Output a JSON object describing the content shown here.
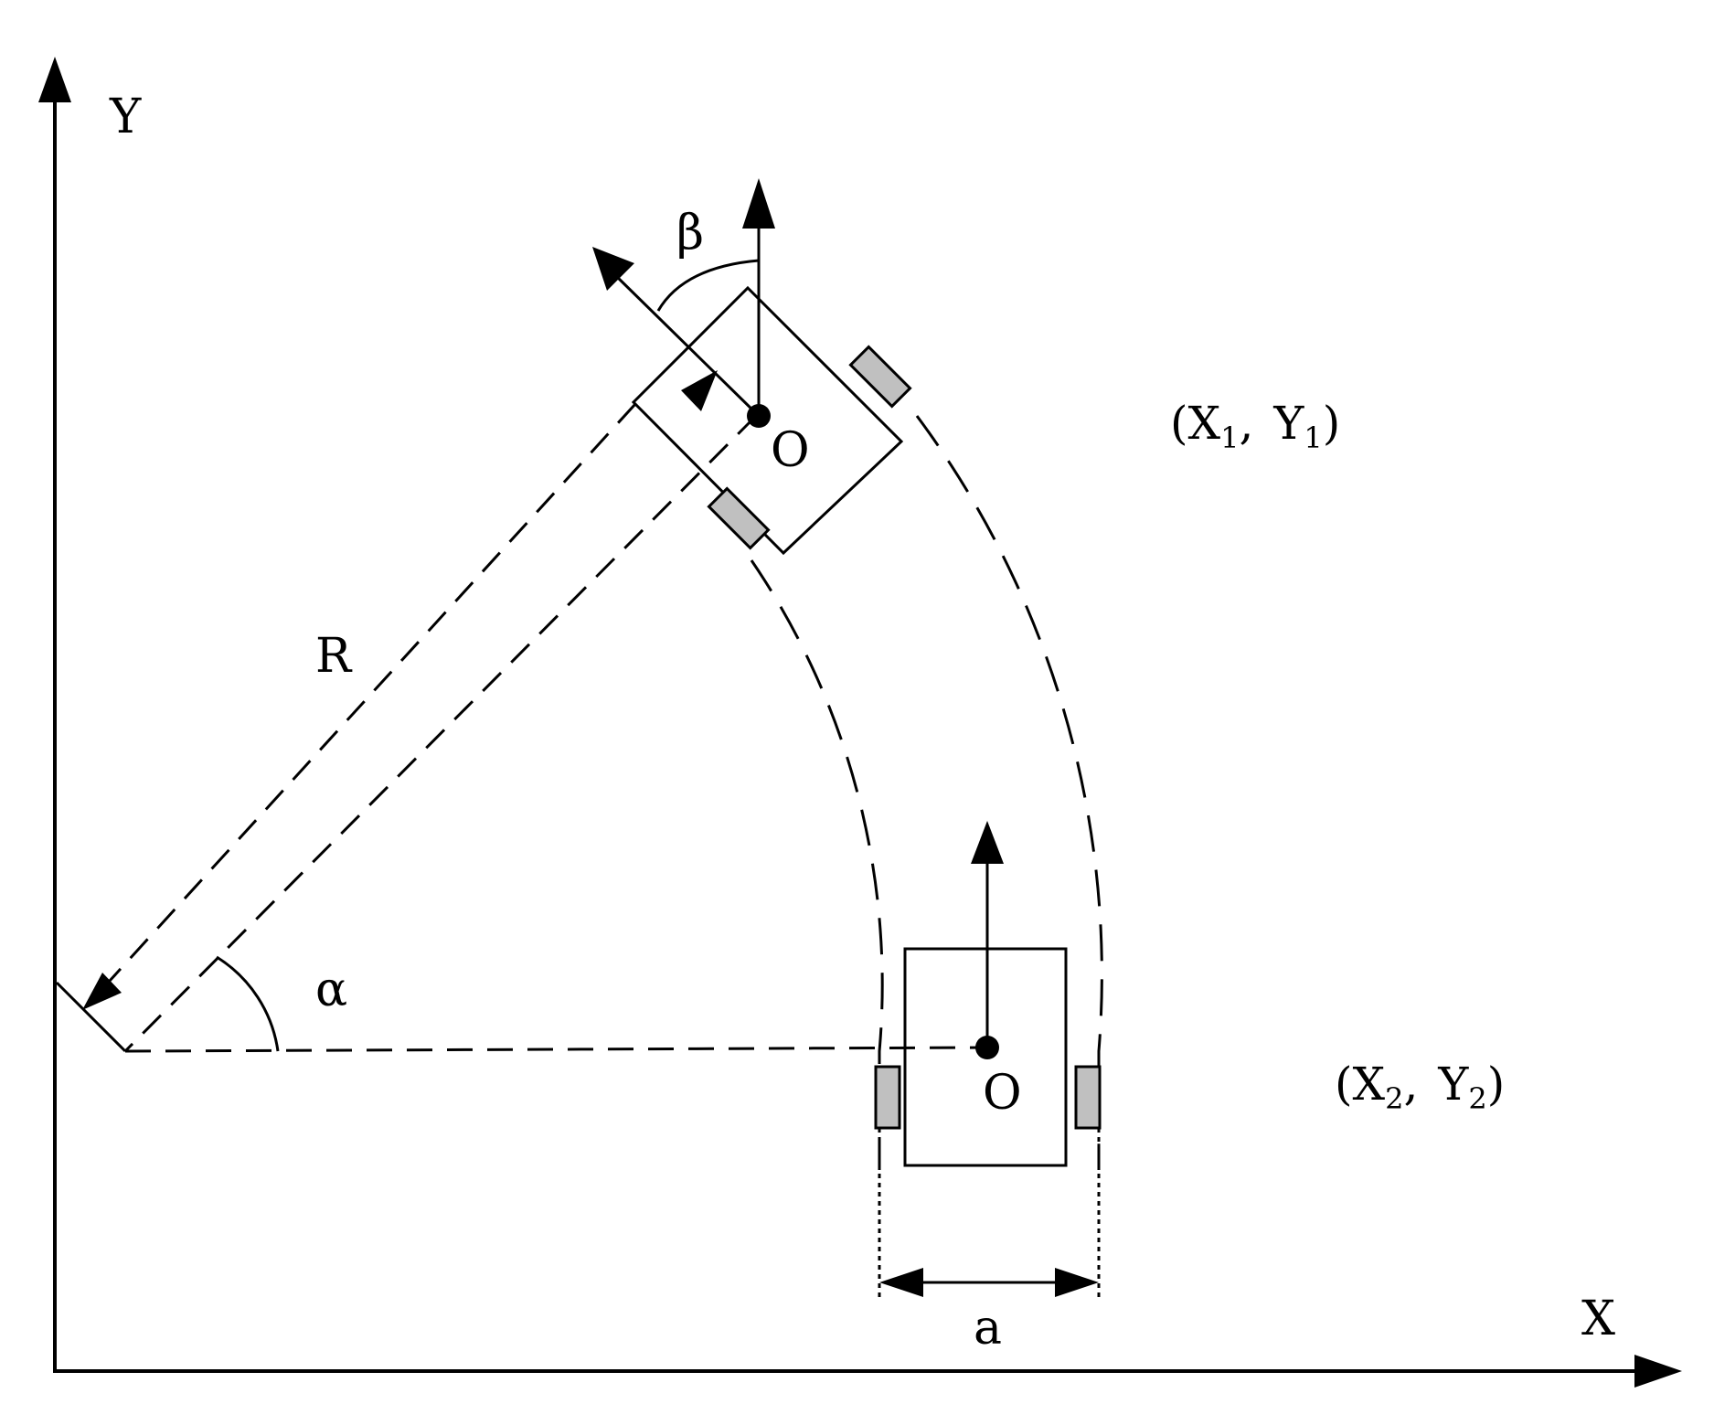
{
  "labels": {
    "y_axis": "Y",
    "x_axis": "X",
    "beta": "β",
    "alpha": "α",
    "radius": "R",
    "origin_top": "O",
    "origin_bottom": "O",
    "width": "a",
    "coord_top": {
      "open": "(",
      "x": "X",
      "x_sub": "1",
      "sep": ",",
      "y": "Y",
      "y_sub": "1",
      "close": ")"
    },
    "coord_bottom": {
      "open": "(",
      "x": "X",
      "x_sub": "2",
      "sep": ",",
      "y": "Y",
      "y_sub": "2",
      "close": ")"
    }
  },
  "colors": {
    "line": "#000000",
    "wheel_fill": "#c0c0c0",
    "background": "#ffffff"
  }
}
